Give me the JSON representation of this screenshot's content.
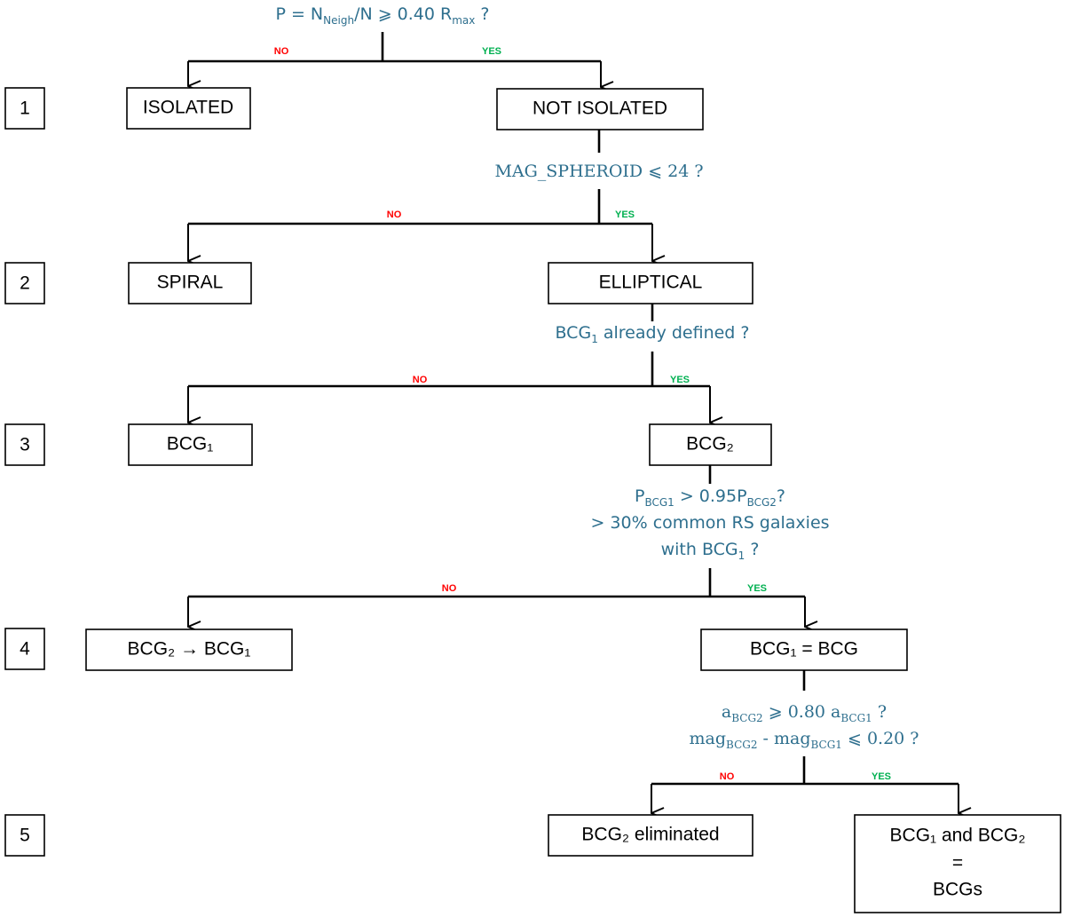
{
  "steps": [
    "1",
    "2",
    "3",
    "4",
    "5"
  ],
  "labels": {
    "no": "NO",
    "yes": "YES"
  },
  "boxes": {
    "isolated": "ISOLATED",
    "not_isolated": "NOT ISOLATED",
    "spiral": "SPIRAL",
    "elliptical": "ELLIPTICAL",
    "bcg1": "BCG₁",
    "bcg2": "BCG₂",
    "bcg2_to_bcg1": "BCG₂ → BCG₁",
    "bcg1_eq_bcg": "BCG₁ = BCG",
    "bcg2_eliminated": "BCG₂ eliminated",
    "both_bcgs": {
      "line1": "BCG₁ and BCG₂",
      "line2": "=",
      "line3": "BCGs"
    }
  },
  "questions": {
    "q1": {
      "a": "P = N",
      "a_sub": "Neigh",
      "b": "/N ⩾ 0.40 R",
      "b_sub": "max",
      "c": " ?"
    },
    "q2": {
      "text": "MAG_SPHEROID ⩽ 24 ?"
    },
    "q3": {
      "a": "BCG",
      "a_sub": "1",
      "b": " already defined ?"
    },
    "q4": {
      "l1a": "P",
      "l1a_sub": "BCG1",
      "l1b": "  > 0.95P",
      "l1b_sub": "BCG2",
      "l1c": "?",
      "l2": "> 30% common RS galaxies",
      "l3a": "with BCG",
      "l3a_sub": "1",
      "l3b": " ?"
    },
    "q5": {
      "l1a": "a",
      "l1a_sub": "BCG2",
      "l1b": " ⩾ 0.80 a",
      "l1b_sub": "BCG1",
      "l1c": " ?",
      "l2a": "mag",
      "l2a_sub": "BCG2",
      "l2b": " - mag",
      "l2b_sub": "BCG1",
      "l2c": " ⩽ 0.20 ?"
    }
  }
}
